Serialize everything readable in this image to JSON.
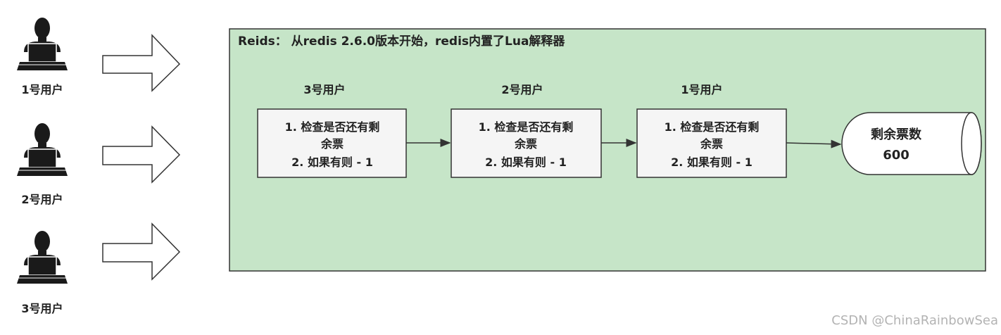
{
  "title": "Reids： 从redis 2.6.0版本开始，redis内置了Lua解释器",
  "users": [
    {
      "label": "1号用户"
    },
    {
      "label": "2号用户"
    },
    {
      "label": "3号用户"
    }
  ],
  "queue": [
    {
      "user_label": "3号用户",
      "step1": "1. 检查是否还有剩",
      "step1b": "余票",
      "step2": "2. 如果有则 - 1"
    },
    {
      "user_label": "2号用户",
      "step1": "1. 检查是否还有剩",
      "step1b": "余票",
      "step2": "2. 如果有则 - 1"
    },
    {
      "user_label": "1号用户",
      "step1": "1. 检查是否还有剩",
      "step1b": "余票",
      "step2": "2. 如果有则 - 1"
    }
  ],
  "store": {
    "label": "剩余票数",
    "value": "600"
  },
  "watermark": "CSDN @ChinaRainbowSea",
  "colors": {
    "panel_bg": "#c6e5c8",
    "panel_border": "#333333",
    "box_bg": "#f5f5f5",
    "icon": "#1a1a1a"
  }
}
